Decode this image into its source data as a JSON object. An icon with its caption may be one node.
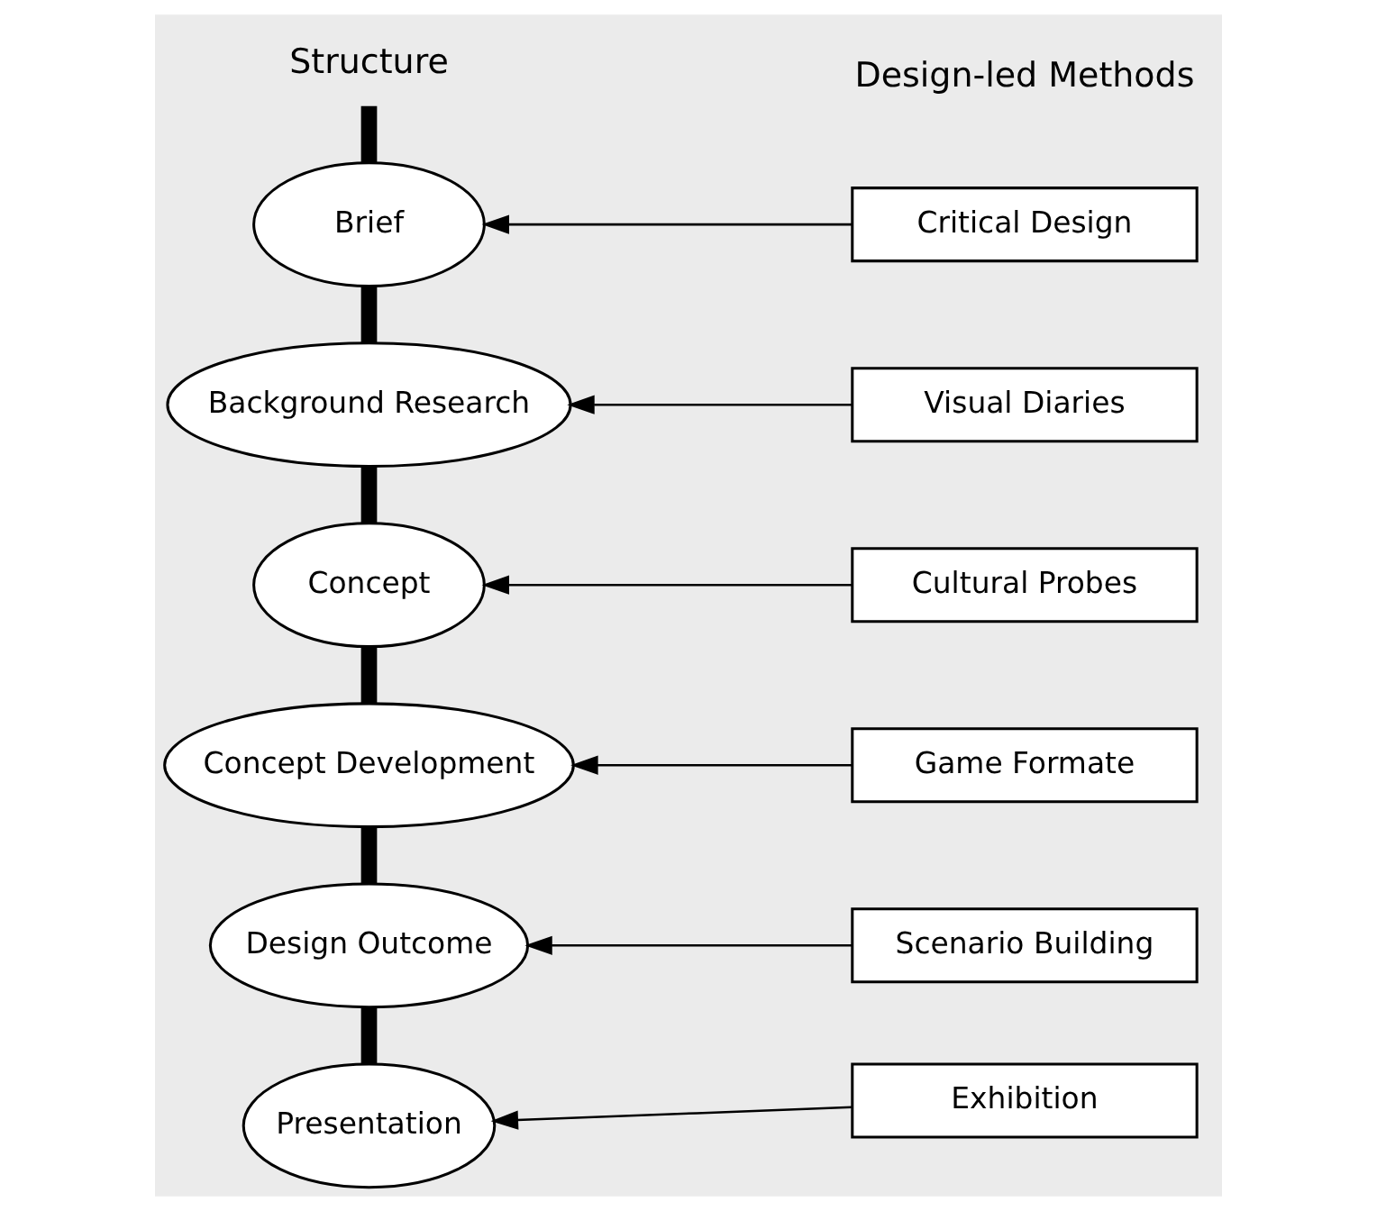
{
  "diagram": {
    "nodes": [
      {
        "text": [
          "Structure"
        ]
      },
      {
        "text": [
          "Brief"
        ]
      },
      {
        "text": [
          "Background Research"
        ]
      },
      {
        "text": [
          "Concept"
        ]
      },
      {
        "text": [
          "Concept Development"
        ]
      },
      {
        "text": [
          "Design Outcome"
        ]
      },
      {
        "text": [
          "Presentation"
        ]
      },
      {
        "text": [
          "Critical Design"
        ]
      },
      {
        "text": [
          "Visual Diaries"
        ]
      },
      {
        "text": [
          "Cultural Probes"
        ]
      },
      {
        "text": [
          "Game Formate"
        ]
      },
      {
        "text": [
          "Scenario Building"
        ]
      },
      {
        "text": [
          "Exhibition"
        ]
      }
    ],
    "edges": [
      {
        "from": 0,
        "to": 1,
        "arrow": "none",
        "style": "thick"
      },
      {
        "from": 1,
        "to": 2,
        "arrow": "none",
        "style": "thick"
      },
      {
        "from": 2,
        "to": 3,
        "arrow": "none",
        "style": "thick"
      },
      {
        "from": 3,
        "to": 4,
        "arrow": "none",
        "style": "thick"
      },
      {
        "from": 4,
        "to": 5,
        "arrow": "none",
        "style": "thick"
      },
      {
        "from": 5,
        "to": 6,
        "arrow": "none",
        "style": "thick"
      },
      {
        "from": 7,
        "to": 1,
        "arrow": "to"
      },
      {
        "from": 8,
        "to": 2,
        "arrow": "to"
      },
      {
        "from": 9,
        "to": 3,
        "arrow": "to"
      },
      {
        "from": 10,
        "to": 4,
        "arrow": "to"
      },
      {
        "from": 11,
        "to": 5,
        "arrow": "to"
      },
      {
        "from": 12,
        "to": 6,
        "arrow": "to"
      }
    ],
    "labels": [
      "Design-led Methods"
    ]
  }
}
